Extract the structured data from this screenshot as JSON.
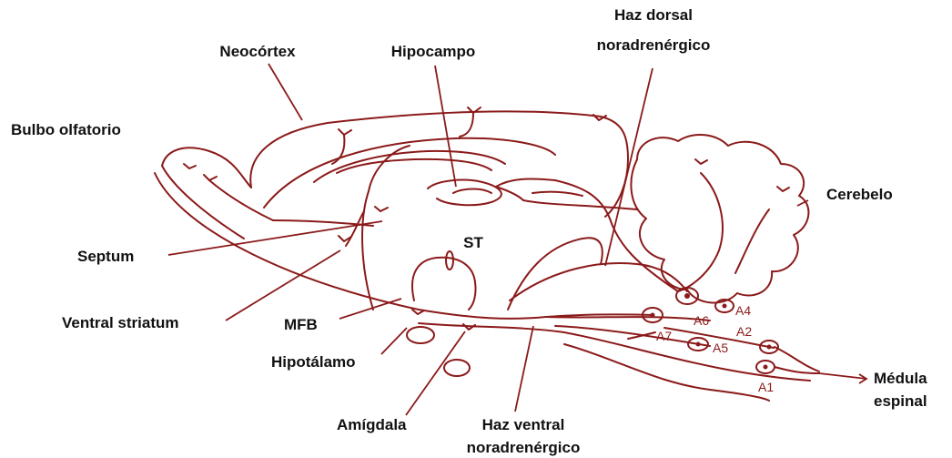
{
  "labels": {
    "neocortex": "Neocórtex",
    "hipocampo": "Hipocampo",
    "haz_dorsal_1": "Haz dorsal",
    "haz_dorsal_2": "noradrenérgico",
    "bulbo": "Bulbo olfatorio",
    "cerebelo": "Cerebelo",
    "septum": "Septum",
    "st": "ST",
    "ventral_striatum": "Ventral striatum",
    "mfb": "MFB",
    "hipotalamo": "Hipotálamo",
    "amigdala": "Amígdala",
    "haz_ventral_1": "Haz ventral",
    "haz_ventral_2": "noradrenérgico",
    "medula_1": "Médula",
    "medula_2": "espinal"
  },
  "nuclei": {
    "a1": "A1",
    "a2": "A2",
    "a4": "A4",
    "a5": "A5",
    "a6": "A6",
    "a7": "A7"
  },
  "colors": {
    "stroke": "#8b1a1a",
    "text": "#111111",
    "background": "#ffffff"
  }
}
